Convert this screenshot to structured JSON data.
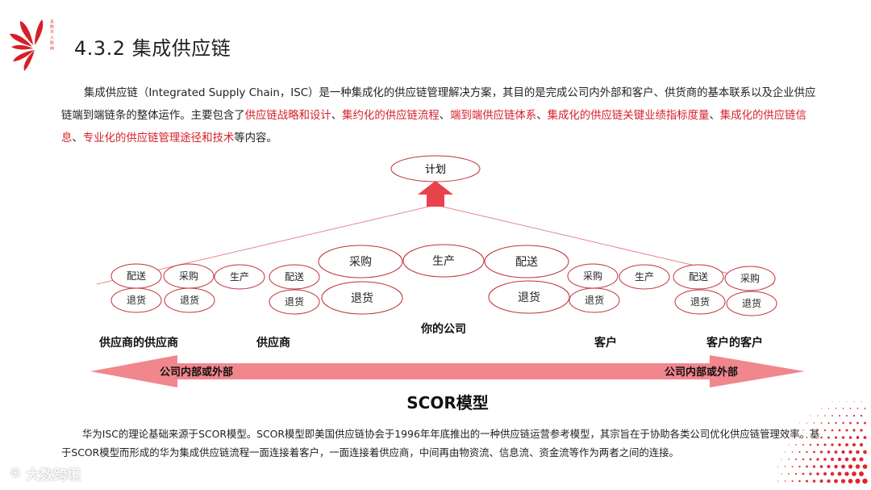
{
  "title": "4.3.2 集成供应链",
  "logo": {
    "icon": "huawei-petal-logo",
    "slogan": "无 所 不 入 所 向"
  },
  "intro": {
    "seg1": "集成供应链（Integrated Supply Chain，ISC）是一种集成化的供应链管理解决方案，其目的是完成公司内外部和客户、供货商的基本联系以及企业供应链端到端链条的整体运作。主要包含了",
    "hl1": "供应链战略和设计",
    "sep1": "、",
    "hl2": "集约化的供应链流程",
    "sep2": "、",
    "hl3": "端到端供应链体系",
    "sep3": "、",
    "hl4": "集成化的供应链关键业绩指标度量",
    "sep4": "、",
    "hl5": "集成化的供应链信息",
    "sep5": "、",
    "hl6": "专业化的供应链管理途径和技术",
    "seg_end": "等内容。"
  },
  "diagram": {
    "plan": "计划",
    "nodes": {
      "s1_deliver": "配送",
      "s1_source": "采购",
      "s1_make": "生产",
      "s1_return_a": "退货",
      "s1_return_b": "退货",
      "s2_deliver": "配送",
      "s2_return": "退货",
      "c_source": "采购",
      "c_make": "生产",
      "c_deliver": "配送",
      "c_return_a": "退货",
      "c_return_b": "退货",
      "k_source": "采购",
      "k_make": "生产",
      "k_return": "退货",
      "k2_deliver": "配送",
      "k2_source": "采购",
      "k2_return_a": "退货",
      "k2_return_b": "退货"
    },
    "labels": {
      "supplier_of_supplier": "供应商的供应商",
      "supplier": "供应商",
      "your_company": "你的公司",
      "customer": "客户",
      "customer_of_customer": "客户的客户"
    },
    "arrow_left": "公司内部或外部",
    "arrow_right": "公司内部或外部",
    "model_title": "SCOR模型"
  },
  "scor_desc": "华为ISC的理论基础来源于SCOR模型。SCOR模型即美国供应链协会于1996年年底推出的一种供应链运营参考模型，其宗旨在于协助各类公司优化供应链管理效率。基于SCOR模型而形成的华为集成供应链流程一面连接着客户，一面连接着供应商，中间再由物资流、信息流、资金流等作为两者之间的连接。",
  "watermark": "大数跨境",
  "colors": {
    "accent": "#d71f28",
    "ellipse_stroke": "#c0323a",
    "arrow_fill": "#f2868d"
  }
}
